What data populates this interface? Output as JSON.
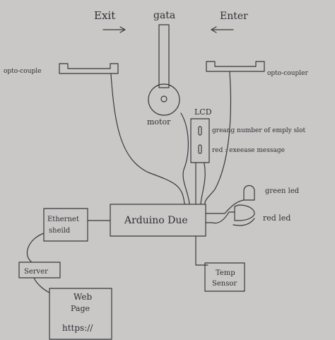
{
  "labels": {
    "exit": "Exit",
    "gate": "gata",
    "enter": "Enter",
    "opto_left": "opto-couple",
    "opto_right": "opto-coupler",
    "motor": "motor",
    "lcd": "LCD",
    "lcd_line1": "greang number of emply slot",
    "lcd_line2": "red : exeease message",
    "green_led": "green led",
    "red_led": "red led",
    "ethernet_line1": "Ethernet",
    "ethernet_line2": "sheild",
    "arduino": "Arduino Due",
    "server": "Server",
    "web_line1": "Web",
    "web_line2": "Page",
    "web_line3": "https://",
    "temp_line1": "Temp",
    "temp_line2": "Sensor"
  },
  "colors": {
    "paper": "#c9c8c6",
    "ink": "#38383f"
  }
}
